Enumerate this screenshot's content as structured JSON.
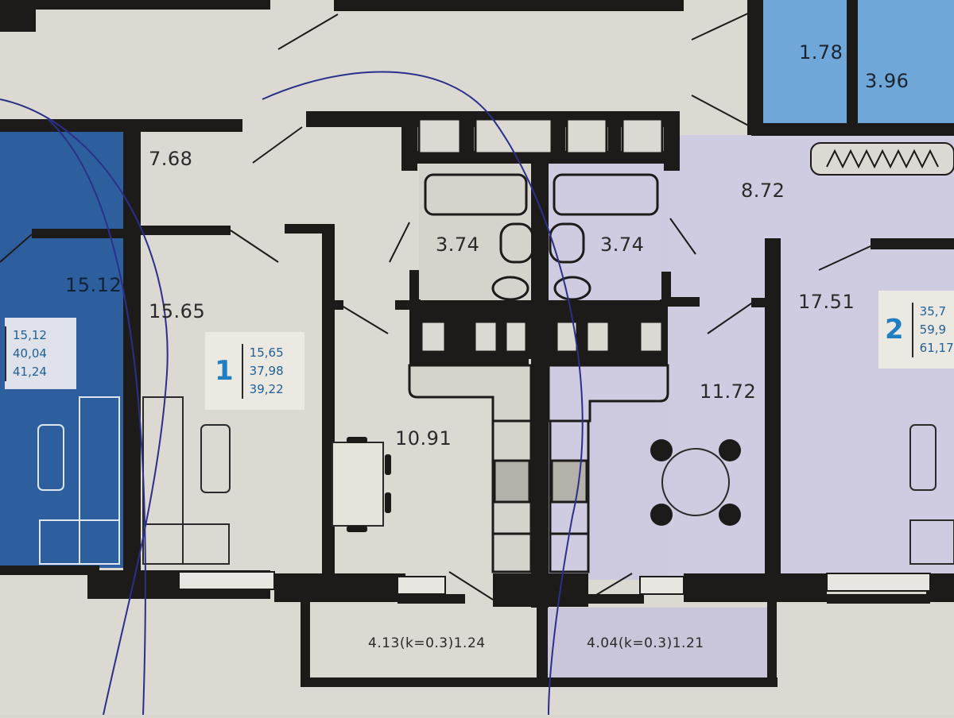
{
  "rooms": {
    "corridor_left": "7.68",
    "bath_upper_right_1": "1.78",
    "bath_upper_right_2": "3.96",
    "hall_right": "8.72",
    "bath_left": "3.74",
    "bath_right": "3.74",
    "living_left_neighbor": "15.12",
    "living_apt1": "15.65",
    "kitchen_apt1": "10.91",
    "kitchen_apt2": "11.72",
    "living_apt2": "17.51"
  },
  "balconies": {
    "left": "4.13(k=0.3)1.24",
    "right": "4.04(k=0.3)1.21"
  },
  "badges": {
    "neighbor": {
      "values": [
        "15,12",
        "40,04",
        "41,24"
      ]
    },
    "apt1": {
      "number": "1",
      "values": [
        "15,65",
        "37,98",
        "39,22"
      ]
    },
    "apt2": {
      "number": "2",
      "values": [
        "35,7",
        "59,9",
        "61,17"
      ]
    }
  },
  "colors": {
    "paper": "#d9d6cf",
    "wall": "#1d1b1a",
    "neighbor_fill": "#2d5f9e",
    "apt2_fill": "#cfcbe0",
    "bath_fill": "#6ea7d8",
    "accent_number": "#1f7fc0",
    "pen": "#2b2f8a"
  }
}
